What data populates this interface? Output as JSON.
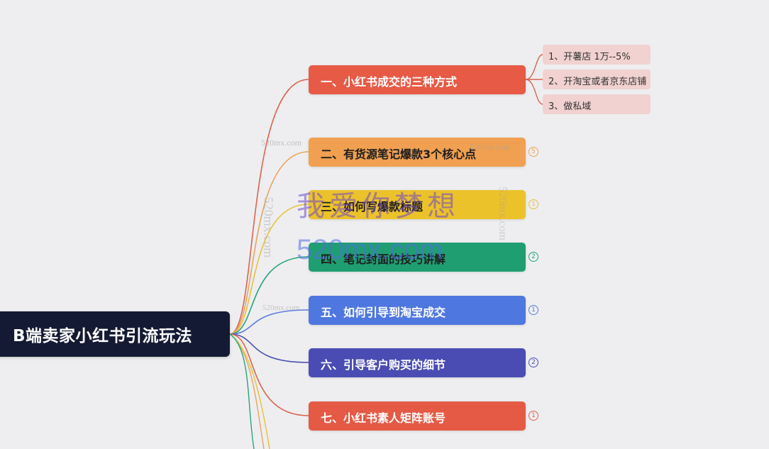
{
  "root": {
    "label": "B端卖家小红书引流玩法",
    "color": "#141a33"
  },
  "branches": [
    {
      "label": "一、小红书成交的三种方式",
      "color": "#e75a45",
      "text_color": "#ffffff",
      "line_color": "#d9644e",
      "badge": ""
    },
    {
      "label": "二、有货源笔记爆款3个核心点",
      "color": "#f0a050",
      "text_color": "#1e1e1e",
      "line_color": "#eaa35c",
      "badge": "5"
    },
    {
      "label": "三、如何写爆款标题",
      "color": "#ecc22a",
      "text_color": "#1e1e1e",
      "line_color": "#e6c23a",
      "badge": "1"
    },
    {
      "label": "四、笔记封面的技巧讲解",
      "color": "#1f9e72",
      "text_color": "#1e1e1e",
      "line_color": "#2aa377",
      "badge": "2"
    },
    {
      "label": "五、如何引导到淘宝成交",
      "color": "#4f77e0",
      "text_color": "#ffffff",
      "line_color": "#5a7cdb",
      "badge": "1"
    },
    {
      "label": "六、引导客户购买的细节",
      "color": "#4a4cb3",
      "text_color": "#ffffff",
      "line_color": "#4b4fae",
      "badge": "2"
    },
    {
      "label": "七、小红书素人矩阵账号",
      "color": "#e55a45",
      "text_color": "#ffffff",
      "line_color": "#d9644e",
      "badge": "1"
    }
  ],
  "leaves": [
    {
      "label": "1、开薯店  1万--5%"
    },
    {
      "label": "2、开淘宝或者京东店铺"
    },
    {
      "label": "3、做私域"
    }
  ],
  "watermark": {
    "main": "我爱你梦想",
    "site": "520mx.com",
    "small": "520mx.com"
  }
}
